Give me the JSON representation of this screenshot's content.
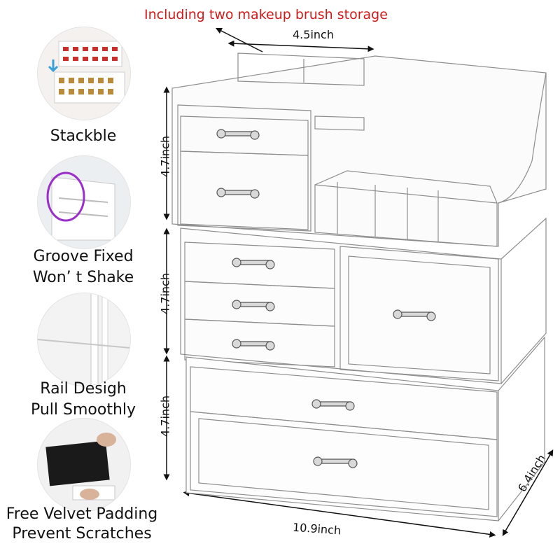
{
  "callout": {
    "text": "Including two makeup brush storage",
    "color": "#d11a1a"
  },
  "dimensions": {
    "top_width": "4.5inch",
    "tier1_height": "4.7inch",
    "tier2_height": "4.7inch",
    "tier3_height": "4.7inch",
    "total_width": "10.9inch",
    "depth": "6.4inch"
  },
  "features": [
    {
      "line1": "Stackble",
      "line2": ""
    },
    {
      "line1": "Groove Fixed",
      "line2": "Won’ t Shake"
    },
    {
      "line1": "Rail Desigh",
      "line2": "Pull Smoothly"
    },
    {
      "line1": "Free Velvet Padding",
      "line2": "Prevent Scratches"
    }
  ],
  "accent_colors": {
    "lipstick": "#c9302c",
    "groove_ring": "#9b2fc9",
    "velvet": "#1a1a1a"
  }
}
